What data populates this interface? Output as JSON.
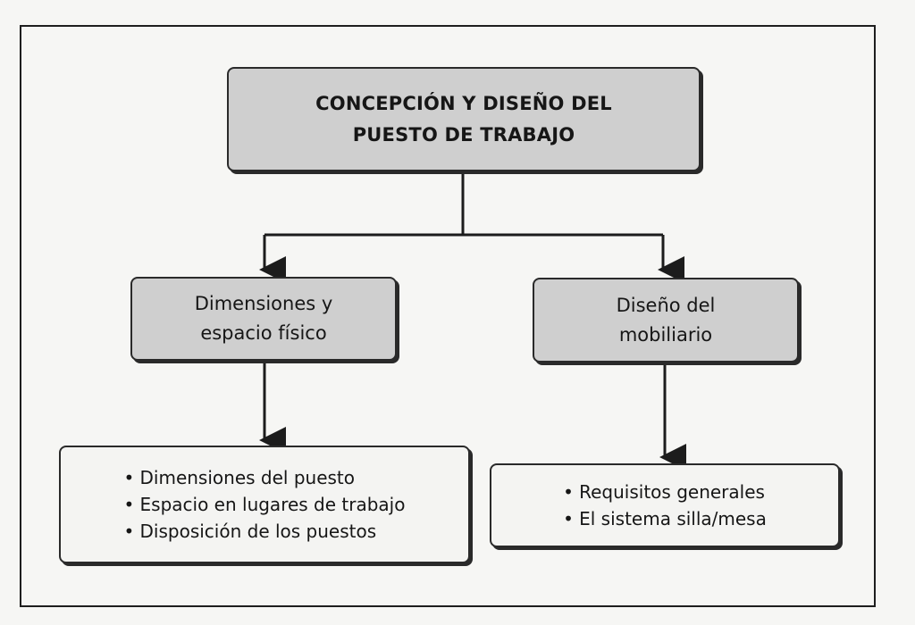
{
  "diagram": {
    "root": {
      "lines": [
        "CONCEPCIÓN Y DISEÑO DEL",
        "PUESTO DE TRABAJO"
      ]
    },
    "left": {
      "lines": [
        "Dimensiones y",
        "espacio físico"
      ],
      "items": [
        "Dimensiones del puesto",
        "Espacio en lugares de trabajo",
        "Disposición de los puestos"
      ]
    },
    "right": {
      "lines": [
        "Diseño del",
        "mobiliario"
      ],
      "items": [
        "Requisitos generales",
        "El sistema silla/mesa"
      ]
    }
  }
}
